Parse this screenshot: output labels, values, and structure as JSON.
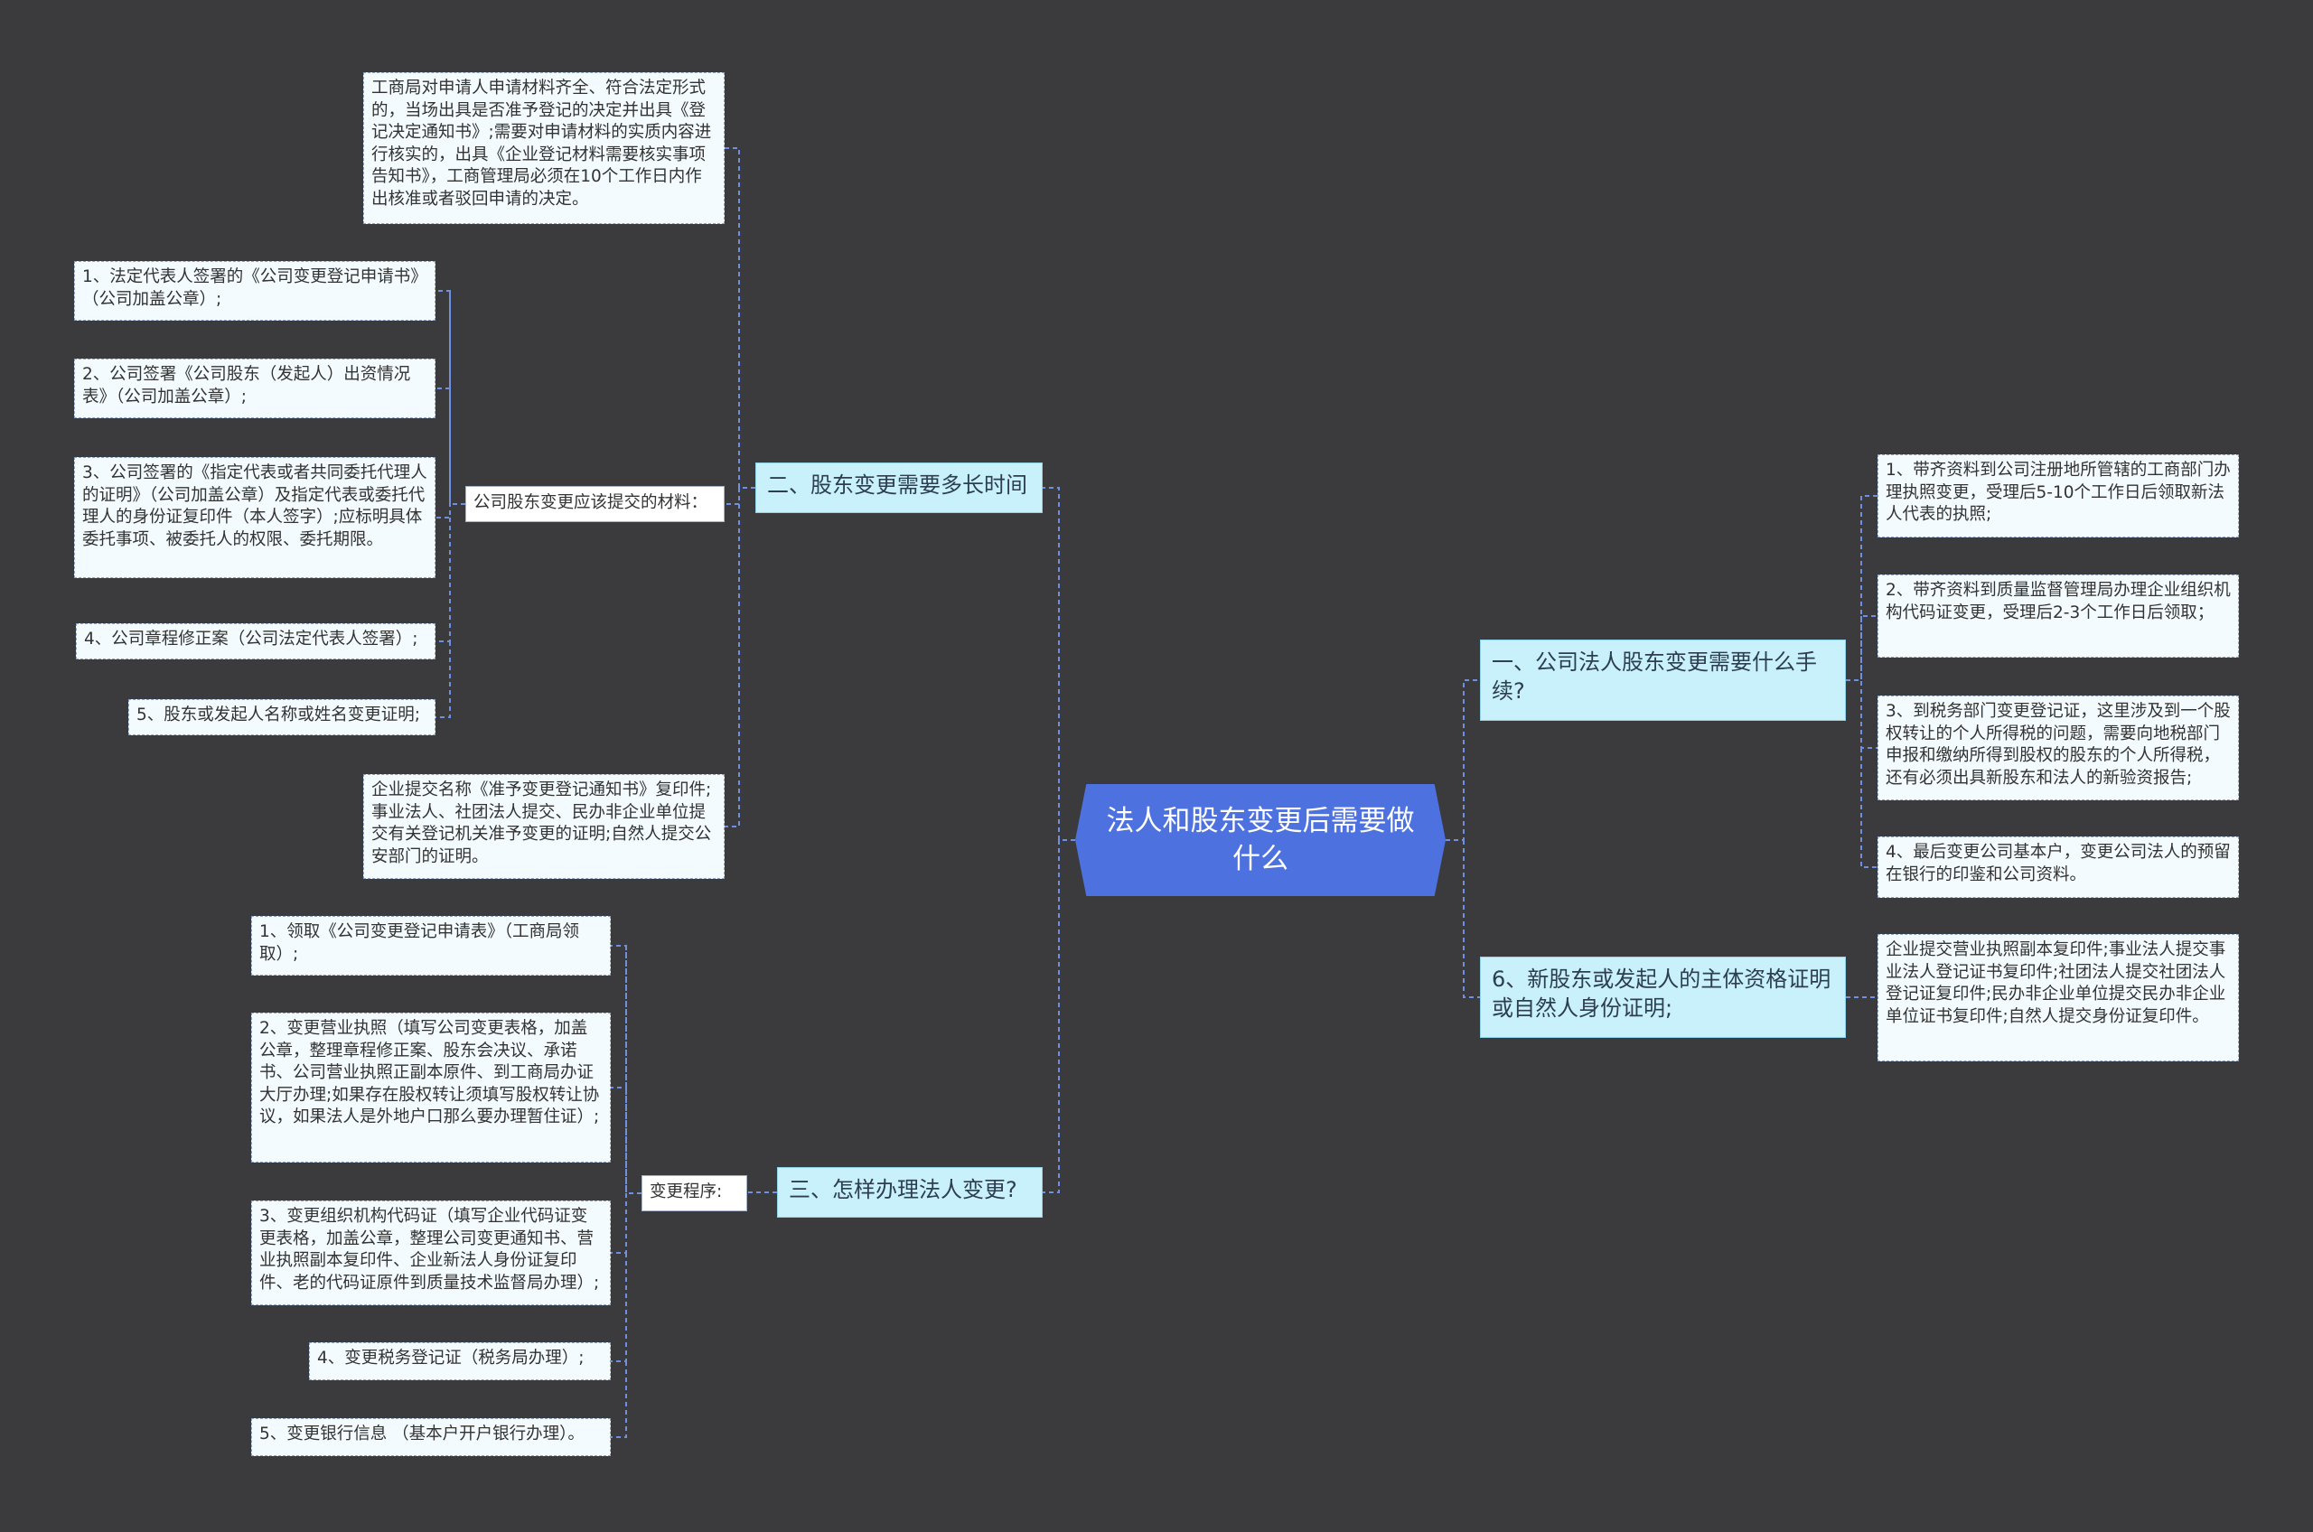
{
  "root": {
    "title": "法人和股东变更后需要做什么"
  },
  "branches": {
    "b1": "一、公司法人股东变更需要什么手续?",
    "b6": "6、新股东或发起人的主体资格证明或自然人身份证明;",
    "b2": "二、股东变更需要多长时间",
    "b3": "三、怎样办理法人变更?"
  },
  "right_leaves": {
    "r1": "1、带齐资料到公司注册地所管辖的工商部门办理执照变更，受理后5-10个工作日后领取新法人代表的执照;",
    "r2": "2、带齐资料到质量监督管理局办理企业组织机构代码证变更，受理后2-3个工作日后领取；",
    "r3": "3、到税务部门变更登记证，这里涉及到一个股权转让的个人所得税的问题，需要向地税部门申报和缴纳所得到股权的股东的个人所得税，还有必须出具新股东和法人的新验资报告;",
    "r4": "4、最后变更公司基本户，变更公司法人的预留在银行的印鉴和公司资料。",
    "r6": "企业提交营业执照副本复印件;事业法人提交事业法人登记证书复印件;社团法人提交社团法人登记证复印件;民办非企业单位提交民办非企业单位证书复印件;自然人提交身份证复印件。"
  },
  "branch2": {
    "top_leaf": "工商局对申请人申请材料齐全、符合法定形式的，当场出具是否准予登记的决定并出具《登记决定通知书》;需要对申请材料的实质内容进行核实的，出具《企业登记材料需要核实事项告知书》，工商管理局必须在10个工作日内作出核准或者驳回申请的决定。",
    "materials_label": "公司股东变更应该提交的材料：",
    "materials": [
      "1、法定代表人签署的《公司变更登记申请书》（公司加盖公章）;",
      "2、公司签署《公司股东（发起人）出资情况表》（公司加盖公章）;",
      "3、公司签署的《指定代表或者共同委托代理人的证明》（公司加盖公章）及指定代表或委托代理人的身份证复印件（本人签字）;应标明具体委托事项、被委托人的权限、委托期限。",
      "4、公司章程修正案（公司法定代表人签署）;",
      "5、股东或发起人名称或姓名变更证明;"
    ],
    "bottom_leaf": "企业提交名称《准予变更登记通知书》复印件;事业法人、社团法人提交、民办非企业单位提交有关登记机关准予变更的证明;自然人提交公安部门的证明。"
  },
  "branch3": {
    "procedure_label": "变更程序:",
    "steps": [
      "1、领取《公司变更登记申请表》（工商局领取）;",
      "2、变更营业执照（填写公司变更表格，加盖公章，整理章程修正案、股东会决议、承诺书、公司营业执照正副本原件、到工商局办证大厅办理;如果存在股权转让须填写股权转让协议，如果法人是外地户口那么要办理暂住证）;",
      "3、变更组织机构代码证（填写企业代码证变更表格，加盖公章，整理公司变更通知书、营业执照副本复印件、企业新法人身份证复印件、老的代码证原件到质量技术监督局办理）;",
      "4、变更税务登记证（税务局办理）;",
      "5、变更银行信息 （基本户开户银行办理）。"
    ]
  },
  "colors": {
    "background": "#3b3a3d",
    "root_fill": "#4d72df",
    "branch_fill": "#c9f1fb",
    "leaf_fill": "#f3fbfe",
    "connector": "#6f8fe0"
  }
}
